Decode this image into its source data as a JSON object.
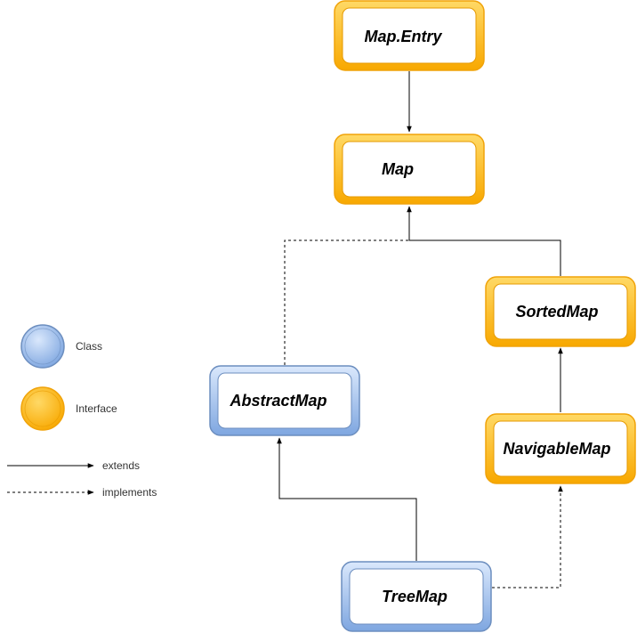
{
  "diagram": {
    "nodes": [
      {
        "id": "map-entry",
        "label": "Map.Entry",
        "kind": "interface"
      },
      {
        "id": "map",
        "label": "Map",
        "kind": "interface"
      },
      {
        "id": "sorted-map",
        "label": "SortedMap",
        "kind": "interface"
      },
      {
        "id": "navigable-map",
        "label": "NavigableMap",
        "kind": "interface"
      },
      {
        "id": "abstract-map",
        "label": "AbstractMap",
        "kind": "class"
      },
      {
        "id": "tree-map",
        "label": "TreeMap",
        "kind": "class"
      }
    ],
    "edges": [
      {
        "from": "map-entry",
        "to": "map",
        "type": "extends"
      },
      {
        "from": "abstract-map",
        "to": "map",
        "type": "implements"
      },
      {
        "from": "sorted-map",
        "to": "map",
        "type": "extends"
      },
      {
        "from": "navigable-map",
        "to": "sorted-map",
        "type": "extends"
      },
      {
        "from": "tree-map",
        "to": "abstract-map",
        "type": "extends"
      },
      {
        "from": "tree-map",
        "to": "navigable-map",
        "type": "implements"
      }
    ]
  },
  "legend": {
    "class_label": "Class",
    "interface_label": "Interface",
    "extends_label": "extends",
    "implements_label": "implements"
  },
  "colors": {
    "interface_border": "#f0a30a",
    "interface_fill_top": "#ffd966",
    "interface_fill_bottom": "#f8a800",
    "class_border": "#7ea6e0",
    "class_fill_top": "#dae8fc",
    "class_fill_bottom": "#7ea6e0"
  }
}
